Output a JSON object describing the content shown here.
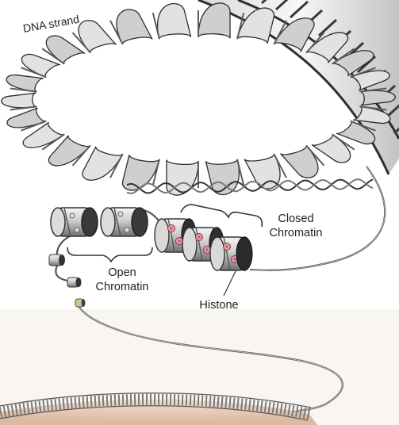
{
  "labels": {
    "dna_strand": "DNA strand",
    "closed_line1": "Closed",
    "closed_line2": "Chromatin",
    "open_line1": "Open",
    "open_line2": "Chromatin",
    "histone": "Histone"
  },
  "colors": {
    "ribbon_light": "#e2e2e2",
    "ribbon_dark": "#5c5c5c",
    "histone_marker": "#e8a0a8",
    "histone_marker_core": "#c85d6d",
    "nucleus_fill": "#efd9c7",
    "membrane": "#9a9a9a"
  },
  "icons": [
    "double-helix",
    "nucleosome",
    "histone-mark",
    "nuclear-membrane"
  ]
}
